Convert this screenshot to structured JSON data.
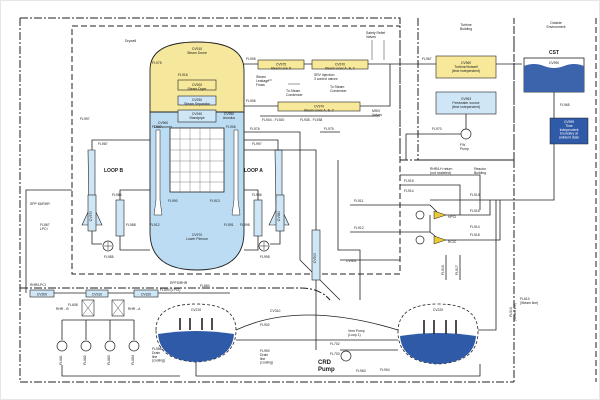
{
  "colors": {
    "vessel_upper": "#f5e79b",
    "vessel_lower": "#bcdcf3",
    "water_dark": "#2f5aa8",
    "water_light": "#cfe6f6",
    "cst_water": "#3b64ad",
    "border": "#e6e6e6"
  },
  "boundaries": {
    "drywell": "Drywell",
    "turbine_building": "Turbine\nBuilding",
    "outside_environment": "Outside\nEnvironment",
    "reactor_building": "Reactor\nBuilding"
  },
  "vessel": {
    "steam_dome": "CV910\nSteam Dome",
    "steam_dryer": "CV920\nSteam Dryer",
    "steam_separator": "CV930\nSteam Separator",
    "standpipe": "CV940\nStandpipe",
    "annulus": "CV950\nAnnulus",
    "downcomer": "CV960\nDowncomer",
    "lower_plenum": "CV970\nLower Plenum",
    "flow_labels": [
      "FL975",
      "FL916",
      "FL902",
      "FL906",
      "FL990",
      "FL913",
      "FL912",
      "FL991"
    ]
  },
  "loops": {
    "loop_b": "LOOP B",
    "loop_a": "LOOP A",
    "pipe_b": "CV970",
    "pipe_a": "CV980",
    "pump_b": "FL985",
    "pump_a": "FL995",
    "pipe_b_fl": "FL987",
    "pipe_a_fl": "FL997",
    "flow_b": "FL986",
    "flow_a": "FL996",
    "flow_b2": "FL988",
    "flow_a2": "FL998"
  },
  "steam_lines": {
    "lines_abc": "CV970\nSteam Lines A, B, C",
    "line_d": "CV975\nSteam Line D",
    "fl_main": "FL905",
    "fl_c": "FL906",
    "fl_abc": "FL935 - FL938",
    "fl_d": "FL904 - FL920",
    "fl_line": "FL976",
    "fl_line2": "FL975",
    "note_1": "Steam\nLeakage\nFlows",
    "note_2": "SRV Injection\n3 control valves",
    "note_3": "To Steam\nCondenser",
    "note_4": "To Steam\nCondenser",
    "note_5": "Safety Relief\nValves",
    "note_6": "MSIV\nValves"
  },
  "turbine": {
    "cv_turbine": "CV960\nTurbine/Hotwell\n(time independent)",
    "cv_feedwater": "CV963\nFeedwater source\n(time independent)",
    "fw_pump": "FW\nPump",
    "fl_turbine": "FL967",
    "fl_fw": "FL970"
  },
  "cst": {
    "title": "CST",
    "cv": "CV990",
    "fl_out": "FL965",
    "environment": "CV999\nTime\nIndependent\nboundary at\nambient state"
  },
  "reactor_bldg": {
    "note_rhr": "RHR/LH return\n(not modeled)",
    "fl_1": "FL915",
    "fl_2": "FL914",
    "fl_3": "FL913",
    "fl_4": "FL916",
    "fl_5": "FL914",
    "fl_6": "FL918",
    "fl_7": "FL911",
    "fl_8": "FL912",
    "hpci": "HPCI",
    "rcic": "RCIC",
    "fl_v1": "FL916",
    "fl_v2": "FL917",
    "fl_down": "FL913\n(Steam line)"
  },
  "suppression": {
    "left": "CV210",
    "right": "CV220",
    "header": "CV310",
    "vent": "Vent Pump\n(Loop 1)",
    "fl_a": "FL702",
    "fl_b": "FL703",
    "fl_c": "FL902",
    "fl_d": "FL904",
    "fl_drain_l": "FL988\nDrain\nline\n(cooling)",
    "fl_drain_r": "FL990\nDrain\nline\n(cooling)"
  },
  "rhr": {
    "cv_left": "CV300",
    "cv_mid": "CV310",
    "cv_right": "CV320",
    "rhr_b": "RHR - B",
    "rhr_a": "RHR - A",
    "fl_pumps": [
      "FL681",
      "FL682",
      "FL683",
      "FL684"
    ],
    "fl_header": "FL800 (LPCI)",
    "fl_e": "EPFS/RHR",
    "fl_lpci": "RHR/LPCI",
    "fl_rw": "FL608"
  },
  "misc": {
    "crd_pump": "CRD\nPump",
    "cv_crd": "CV500",
    "fl_crd": "FL963",
    "fl_cs": "FL850",
    "cv_rwcu": "CV301",
    "fl_right": "FL610\n(Steam line)",
    "fl_left_1": "SPP 45/RHR",
    "fl_left_2": "FL867\nLPCI",
    "fl_upper": "FL997"
  }
}
